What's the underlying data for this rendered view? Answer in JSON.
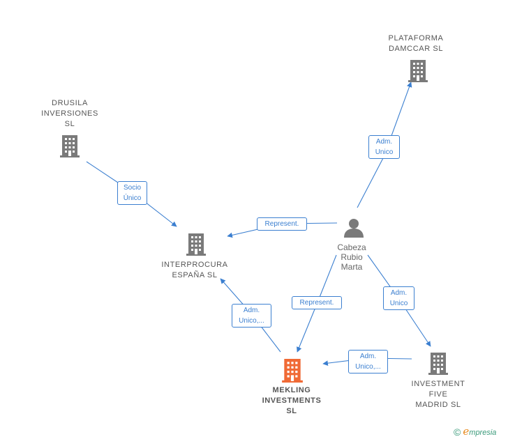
{
  "colors": {
    "edge": "#3b7fd0",
    "company": "#7a7a7a",
    "main_company": "#f06a35",
    "person": "#7a7a7a"
  },
  "nodes": {
    "plataforma": {
      "lines": [
        "PLATAFORMA",
        "DAMCCAR  SL"
      ],
      "icon": "building-icon"
    },
    "drusila": {
      "lines": [
        "DRUSILA",
        "INVERSIONES",
        "SL"
      ],
      "icon": "building-icon"
    },
    "interprocura": {
      "lines": [
        "INTERPROCURA",
        "ESPAÑA  SL"
      ],
      "icon": "building-icon"
    },
    "mekling": {
      "lines": [
        "MEKLING",
        "INVESTMENTS",
        "SL"
      ],
      "icon": "building-icon"
    },
    "investment_five": {
      "lines": [
        "INVESTMENT",
        "FIVE",
        "MADRID  SL"
      ],
      "icon": "building-icon"
    },
    "cabeza": {
      "lines": [
        "Cabeza",
        "Rubio",
        "Marta"
      ],
      "icon": "person-icon"
    }
  },
  "edges": {
    "cabeza_plataforma": {
      "lines": [
        "Adm.",
        "Unico"
      ]
    },
    "drusila_interprocura": {
      "lines": [
        "Socio",
        "Único"
      ]
    },
    "cabeza_interprocura": {
      "lines": [
        "Represent."
      ]
    },
    "mekling_interprocura": {
      "lines": [
        "Adm.",
        "Unico,..."
      ]
    },
    "cabeza_mekling": {
      "lines": [
        "Represent."
      ]
    },
    "cabeza_investment": {
      "lines": [
        "Adm.",
        "Unico"
      ]
    },
    "investment_mekling": {
      "lines": [
        "Adm.",
        "Unico,..."
      ]
    }
  },
  "watermark": {
    "copyright": "©",
    "brand_initial": "e",
    "brand_rest": "mpresia"
  }
}
